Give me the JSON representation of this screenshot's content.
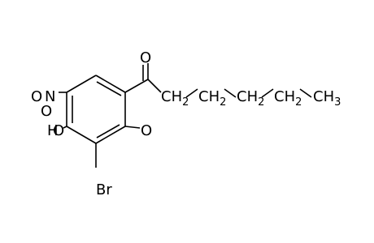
{
  "molecule": {
    "atoms": {
      "carbonyl_o": "O",
      "nitro_o1": "O",
      "nitro_n": "N",
      "nitro_o2": "O",
      "hydroxy_h": "H",
      "hydroxy_o1": "O",
      "hydroxy_o2": "O",
      "bromine": "Br"
    },
    "chain": {
      "ch2_1": "CH2",
      "ch2_2": "CH2",
      "ch2_3": "CH2",
      "ch2_4": "CH2",
      "ch3": "CH3"
    }
  },
  "colors": {
    "ink": "#000000",
    "background": "#ffffff"
  }
}
